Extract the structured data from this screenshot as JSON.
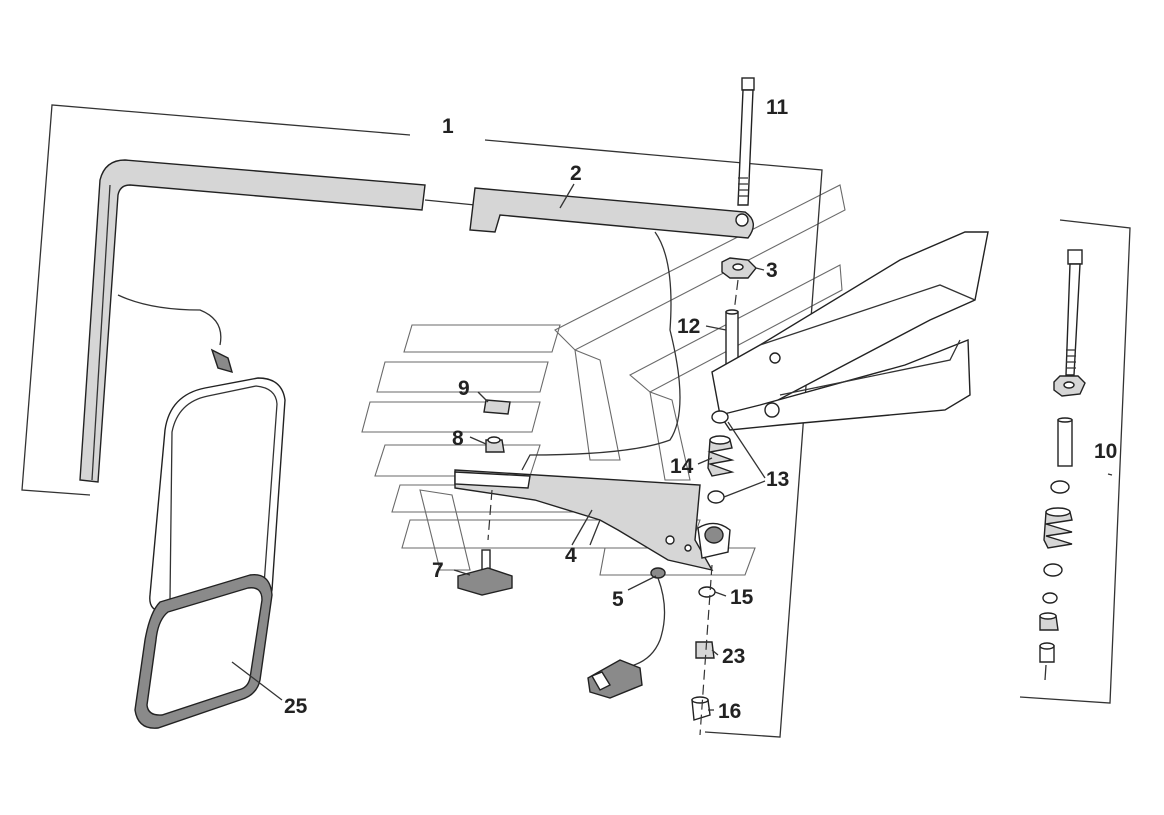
{
  "callouts": {
    "c1": "1",
    "c2": "2",
    "c3": "3",
    "c4": "4",
    "c5": "5",
    "c7": "7",
    "c8": "8",
    "c9": "9",
    "c10": "10",
    "c11": "11",
    "c12": "12",
    "c13": "13",
    "c14": "14",
    "c15": "15",
    "c16": "16",
    "c23": "23",
    "c25": "25"
  },
  "colors": {
    "line": "#333333",
    "part_fill": "#d6d6d6",
    "background": "#ffffff"
  }
}
